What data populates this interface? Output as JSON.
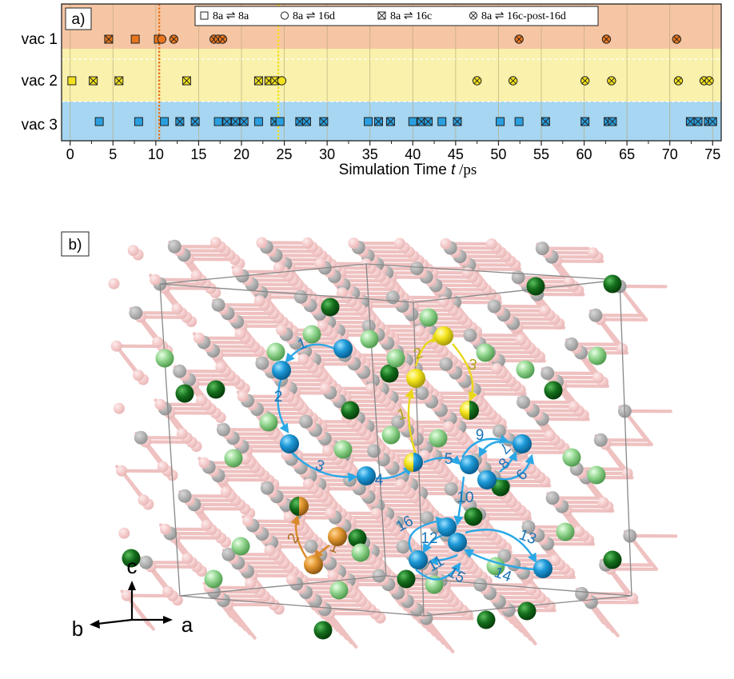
{
  "panel_a": {
    "label": "a)",
    "title": "",
    "xlabel_main": "Simulation Time ",
    "xlabel_var": "t",
    "xlabel_unit": " /ps",
    "lanes": [
      "vac 1",
      "vac 2",
      "vac 3"
    ],
    "lane_colors": [
      "#f6c6a4",
      "#f9f1ac",
      "#a6d6f1"
    ],
    "legend": [
      {
        "symbol": "square",
        "text": "8a ⇌ 8a"
      },
      {
        "symbol": "circle",
        "text": "8a ⇌ 16d"
      },
      {
        "symbol": "boxx",
        "text": "8a ⇌ 16c"
      },
      {
        "symbol": "circlex",
        "text": "8a ⇌ 16c-post-16d"
      }
    ],
    "xticks": [
      "0",
      "5",
      "10",
      "15",
      "20",
      "25",
      "30",
      "35",
      "40",
      "45",
      "50",
      "55",
      "60",
      "65",
      "70",
      "75"
    ]
  },
  "panel_b": {
    "label": "b)",
    "axis_labels": {
      "a": "a",
      "b": "b",
      "c": "c"
    },
    "blue_path_labels": [
      "1",
      "2",
      "3",
      "4",
      "5",
      "6",
      "7",
      "8",
      "9",
      "10",
      "11",
      "12",
      "13",
      "14",
      "15",
      "16"
    ],
    "yellow_path_labels": [
      "1",
      "2",
      "3"
    ],
    "orange_path_labels": [
      "1",
      "2"
    ]
  },
  "chart_data": {
    "type": "scatter",
    "xlabel": "Simulation Time t /ps",
    "xlim": [
      -1,
      76
    ],
    "categories": [
      "vac 1",
      "vac 2",
      "vac 3"
    ],
    "colors": {
      "vac 1": "#e8761e",
      "vac 2": "#f2e11d",
      "vac 3": "#2a9fe0"
    },
    "series": [
      {
        "name": "vac 1",
        "events": [
          {
            "t": 4.5,
            "type": "boxx"
          },
          {
            "t": 7.6,
            "type": "square"
          },
          {
            "t": 10.3,
            "type": "square"
          },
          {
            "t": 10.7,
            "type": "circle"
          },
          {
            "t": 12.1,
            "type": "circlex"
          },
          {
            "t": 16.8,
            "type": "circlex"
          },
          {
            "t": 17.3,
            "type": "circlex"
          },
          {
            "t": 17.8,
            "type": "circlex"
          },
          {
            "t": 52.4,
            "type": "circlex"
          },
          {
            "t": 62.6,
            "type": "circlex"
          },
          {
            "t": 70.8,
            "type": "circlex"
          }
        ]
      },
      {
        "name": "vac 2",
        "events": [
          {
            "t": 0.2,
            "type": "square"
          },
          {
            "t": 2.7,
            "type": "boxx"
          },
          {
            "t": 5.7,
            "type": "boxx"
          },
          {
            "t": 13.6,
            "type": "boxx"
          },
          {
            "t": 22.0,
            "type": "boxx"
          },
          {
            "t": 23.2,
            "type": "boxx"
          },
          {
            "t": 23.9,
            "type": "boxx"
          },
          {
            "t": 24.7,
            "type": "circle"
          },
          {
            "t": 47.5,
            "type": "circlex"
          },
          {
            "t": 51.7,
            "type": "circlex"
          },
          {
            "t": 60.1,
            "type": "circlex"
          },
          {
            "t": 63.2,
            "type": "circlex"
          },
          {
            "t": 71.0,
            "type": "circlex"
          },
          {
            "t": 74.0,
            "type": "circlex"
          },
          {
            "t": 74.6,
            "type": "circlex"
          }
        ]
      },
      {
        "name": "vac 3",
        "events": [
          {
            "t": 3.4,
            "type": "square"
          },
          {
            "t": 8.0,
            "type": "square"
          },
          {
            "t": 11.0,
            "type": "square"
          },
          {
            "t": 12.8,
            "type": "boxx"
          },
          {
            "t": 14.6,
            "type": "boxx"
          },
          {
            "t": 17.3,
            "type": "square"
          },
          {
            "t": 18.3,
            "type": "boxx"
          },
          {
            "t": 19.3,
            "type": "boxx"
          },
          {
            "t": 20.3,
            "type": "boxx"
          },
          {
            "t": 22.0,
            "type": "square"
          },
          {
            "t": 23.9,
            "type": "boxx"
          },
          {
            "t": 24.5,
            "type": "square"
          },
          {
            "t": 26.8,
            "type": "boxx"
          },
          {
            "t": 27.6,
            "type": "boxx"
          },
          {
            "t": 29.6,
            "type": "boxx"
          },
          {
            "t": 34.8,
            "type": "square"
          },
          {
            "t": 36.0,
            "type": "boxx"
          },
          {
            "t": 37.4,
            "type": "boxx"
          },
          {
            "t": 40.0,
            "type": "square"
          },
          {
            "t": 41.0,
            "type": "boxx"
          },
          {
            "t": 41.8,
            "type": "boxx"
          },
          {
            "t": 43.4,
            "type": "square"
          },
          {
            "t": 45.2,
            "type": "boxx"
          },
          {
            "t": 50.2,
            "type": "square"
          },
          {
            "t": 52.4,
            "type": "square"
          },
          {
            "t": 55.5,
            "type": "boxx"
          },
          {
            "t": 60.1,
            "type": "boxx"
          },
          {
            "t": 62.8,
            "type": "boxx"
          },
          {
            "t": 63.3,
            "type": "boxx"
          },
          {
            "t": 72.4,
            "type": "boxx"
          },
          {
            "t": 73.3,
            "type": "boxx"
          },
          {
            "t": 74.5,
            "type": "boxx"
          },
          {
            "t": 75.0,
            "type": "boxx"
          }
        ]
      }
    ],
    "markers": [
      {
        "t": 10.4,
        "color": "#e8761e"
      },
      {
        "t": 24.3,
        "color": "#f2e11d"
      }
    ]
  }
}
